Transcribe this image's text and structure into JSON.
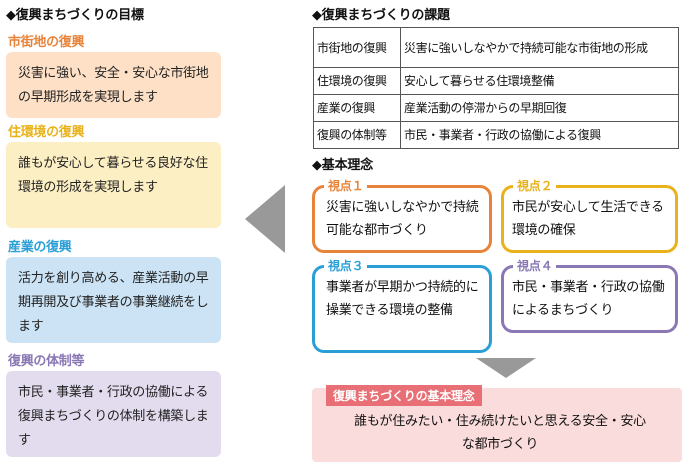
{
  "left": {
    "heading": "◆復興まちづくりの目標",
    "goals": [
      {
        "title": "市街地の復興",
        "text": "災害に強い、安全・安心な市街地の早期形成を実現します",
        "title_color": "#e8833a",
        "bg_color": "#fde0c6"
      },
      {
        "title": "住環境の復興",
        "text": "誰もが安心して暮らせる良好な住環境の形成を実現します",
        "title_color": "#e9b21a",
        "bg_color": "#fdefc4"
      },
      {
        "title": "産業の復興",
        "text": "活力を創り高める、産業活動の早期再開及び事業者の事業継続をします",
        "title_color": "#2a9fd6",
        "bg_color": "#cbe3f4"
      },
      {
        "title": "復興の体制等",
        "text": "市民・事業者・行政の協働による復興まちづくりの体制を構築します",
        "title_color": "#8a78b5",
        "bg_color": "#e3dcee"
      }
    ]
  },
  "issues": {
    "heading": "◆復興まちづくりの課題",
    "rows": [
      {
        "key": "市街地の復興",
        "value": "災害に強いしなやかで持続可能な市街地の形成"
      },
      {
        "key": "住環境の復興",
        "value": "安心して暮らせる住環境整備"
      },
      {
        "key": "産業の復興",
        "value": "産業活動の停滞からの早期回復"
      },
      {
        "key": "復興の体制等",
        "value": "市民・事業者・行政の協働による復興"
      }
    ]
  },
  "philosophy": {
    "heading": "◆基本理念",
    "viewpoints": [
      {
        "label": "視点１",
        "text": "災害に強いしなやかで持続可能な都市づくり",
        "color": "#e8833a"
      },
      {
        "label": "視点２",
        "text": "市民が安心して生活できる環境の確保",
        "color": "#e9b21a"
      },
      {
        "label": "視点３",
        "text": "事業者が早期かつ持続的に操業できる環境の整備",
        "color": "#2a9fd6"
      },
      {
        "label": "視点４",
        "text": "市民・事業者・行政の協働によるまちづくり",
        "color": "#8a78b5"
      }
    ],
    "basic_label": "復興まちづくりの基本理念",
    "basic_text": "誰もが住みたい・住み続けたいと思える安全・安心な都市づくり"
  },
  "colors": {
    "arrow": "#999999",
    "basic_bg": "#fbdcdc",
    "basic_label_bg": "#e86f75"
  }
}
